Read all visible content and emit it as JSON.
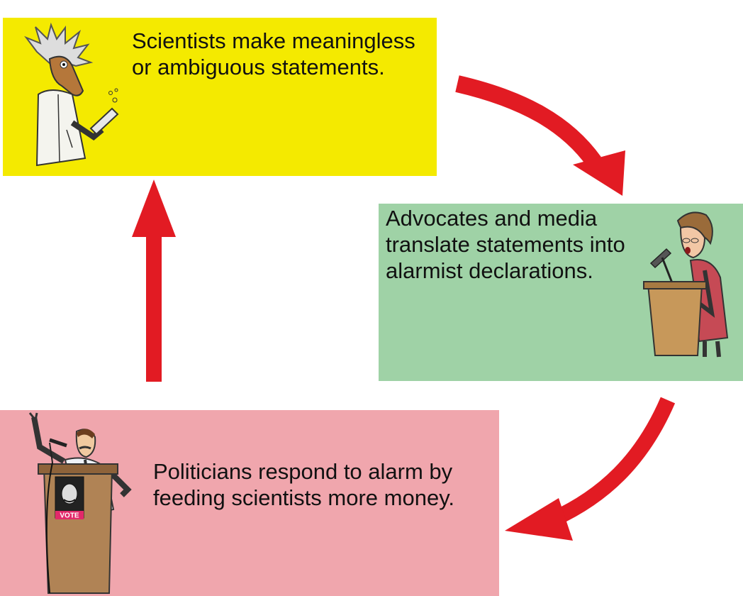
{
  "colors": {
    "box_scientists": "#f4ea00",
    "box_advocates": "#9fd2a6",
    "box_politicians": "#f0a6ad",
    "arrow": "#e21b23"
  },
  "nodes": {
    "scientists": {
      "text": "Scientists make meaningless or ambiguous statements.",
      "icon": "scientist-icon"
    },
    "advocates": {
      "text": "Advocates and media translate statements into alarmist declarations.",
      "icon": "speaker-at-podium-icon"
    },
    "politicians": {
      "text": "Politicians respond to alarm by feeding scientists more money.",
      "icon": "politician-at-podium-icon"
    }
  },
  "vote_label": "VOTE",
  "edges": [
    {
      "from": "scientists",
      "to": "advocates"
    },
    {
      "from": "advocates",
      "to": "politicians"
    },
    {
      "from": "politicians",
      "to": "scientists"
    }
  ]
}
